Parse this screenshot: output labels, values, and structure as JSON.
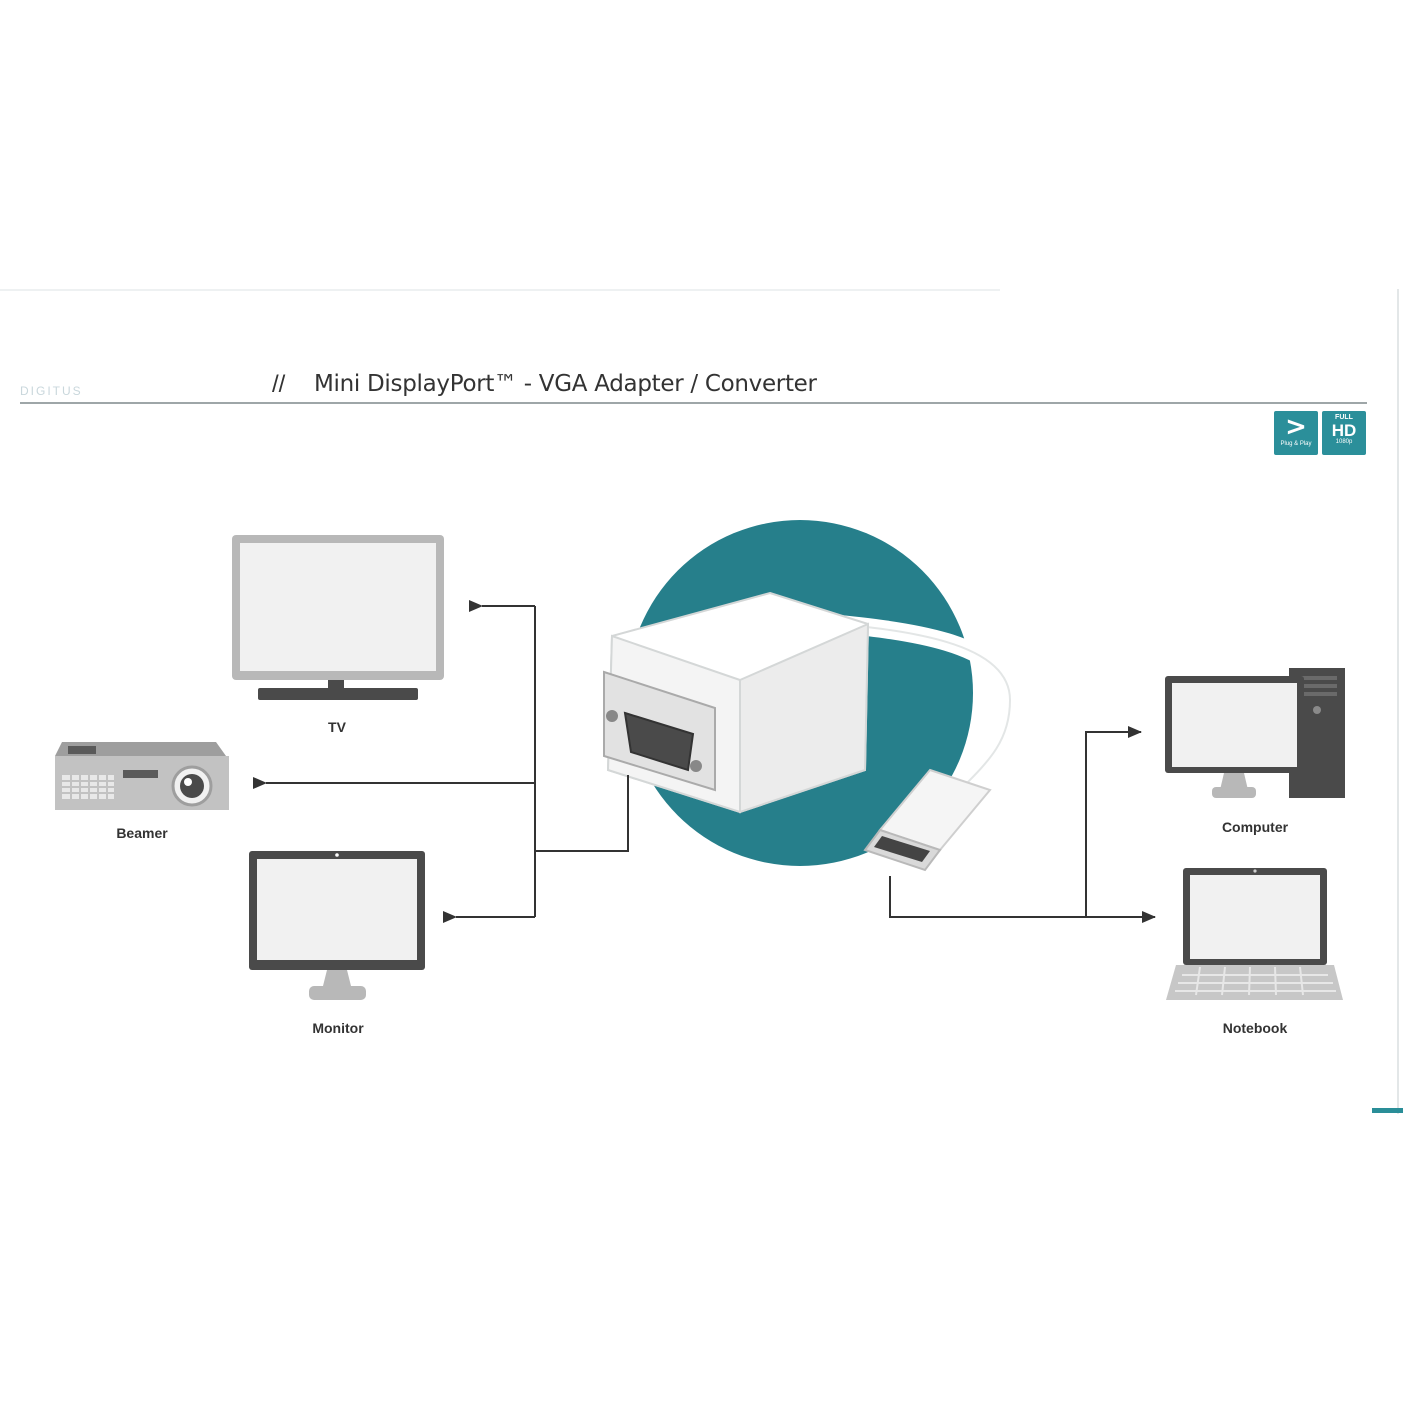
{
  "header": {
    "brand_faded": "DIGITUS",
    "separator": "//",
    "title": "Mini DisplayPort™ - VGA Adapter / Converter"
  },
  "badges": {
    "plug_play": {
      "icon": "play-arrow-icon",
      "caption": "Plug & Play"
    },
    "full_hd": {
      "top": "FULL",
      "main": "HD",
      "sub": "1080p"
    }
  },
  "devices": {
    "tv": "TV",
    "beamer": "Beamer",
    "monitor": "Monitor",
    "computer": "Computer",
    "notebook": "Notebook"
  },
  "colors": {
    "accent": "#2b8f9a",
    "circle": "#267f8b",
    "device_frame": "#4a4a4a",
    "device_screen": "#f1f1f1",
    "device_grey": "#b8b8b8",
    "text": "#333333"
  }
}
